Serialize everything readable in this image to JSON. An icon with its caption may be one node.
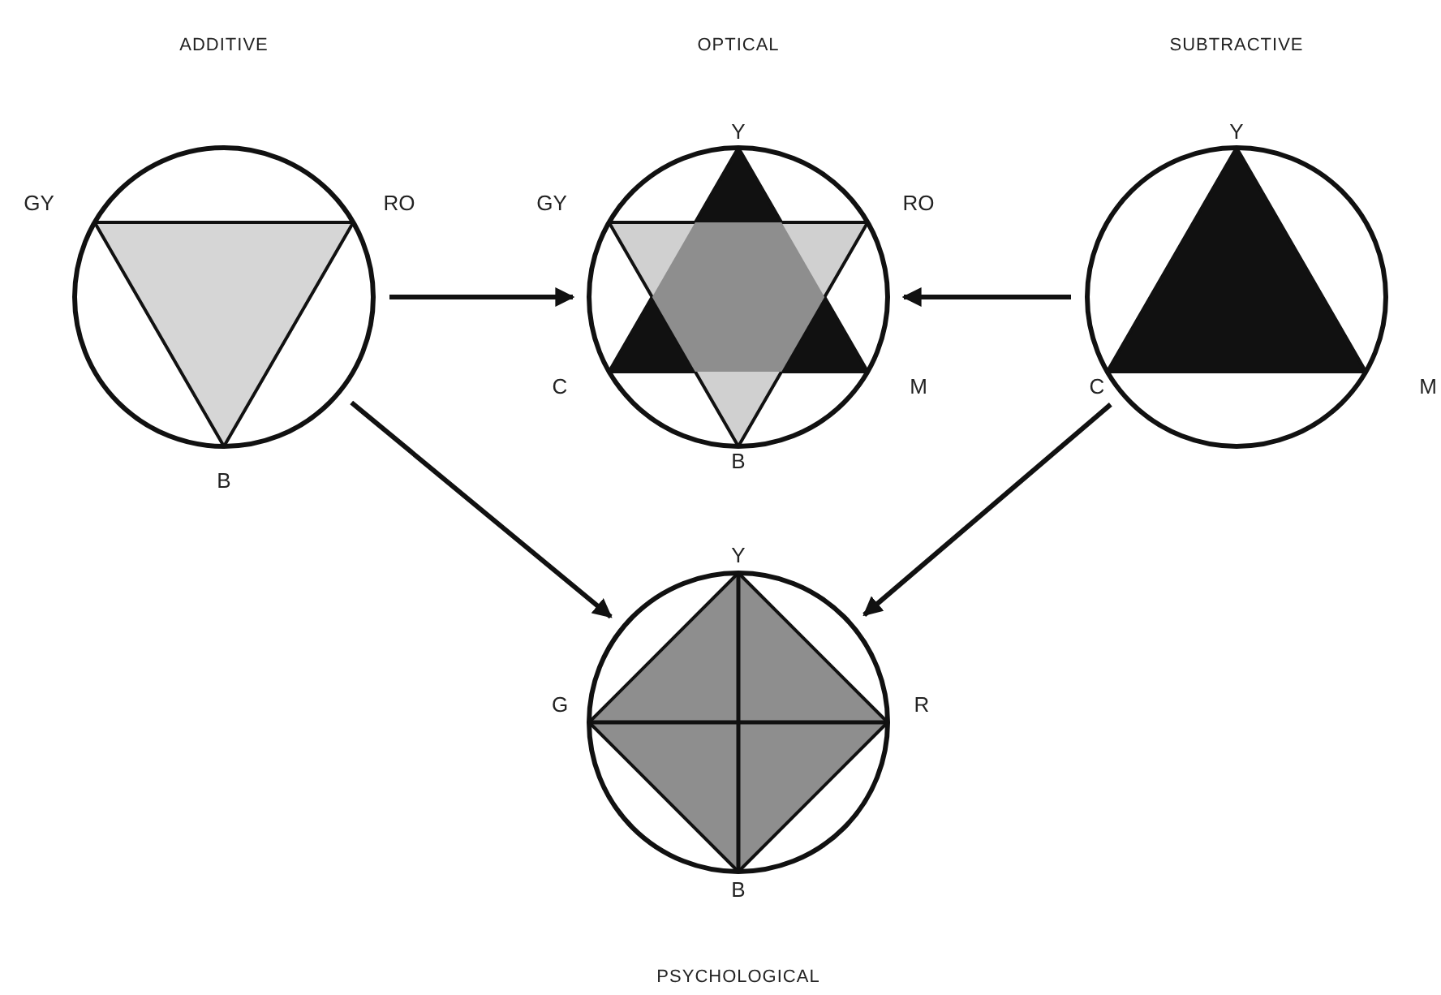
{
  "diagram": {
    "nodes": [
      {
        "text": [],
        "shape": "picture",
        "beside": [
          "GY",
          "RO",
          "B"
        ]
      },
      {
        "text": [],
        "shape": "picture",
        "beside": [
          "Y",
          "GY",
          "RO",
          "C",
          "M",
          "B"
        ]
      },
      {
        "text": [],
        "shape": "picture",
        "beside": [
          "Y",
          "C",
          "M"
        ]
      },
      {
        "text": [],
        "shape": "picture",
        "beside": [
          "Y",
          "G",
          "R",
          "B"
        ]
      }
    ],
    "edges": [
      {
        "from": 0,
        "to": 1,
        "arrow": "to"
      },
      {
        "from": 2,
        "to": 1,
        "arrow": "to"
      },
      {
        "from": 0,
        "to": 3,
        "arrow": "to"
      },
      {
        "from": 2,
        "to": 3,
        "arrow": "to"
      }
    ],
    "labels": [
      "ADDITIVE",
      "OPTICAL",
      "SUBTRACTIVE",
      "PSYCHOLOGICAL"
    ]
  }
}
